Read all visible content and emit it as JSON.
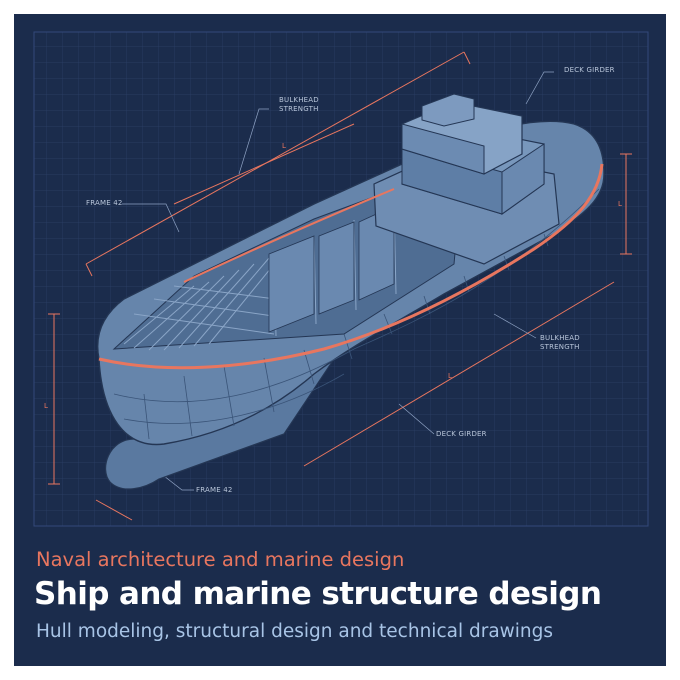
{
  "labels": {
    "deck_girder_top": "DECK GIRDER",
    "bulkhead_top": "BULKHEAD\nSTRENGTH",
    "frame_left": "FRAME 42",
    "bulkhead_right": "BULKHEAD\nSTRENGTH",
    "deck_girder_bottom": "DECK GIRDER",
    "frame_bottom": "FRAME 42",
    "dim_l": "L"
  },
  "caption": {
    "subtitle": "Naval architecture and marine design",
    "title": "Ship and marine structure design",
    "tagline": "Hull modeling, structural design and technical drawings"
  },
  "colors": {
    "background": "#1b2c4c",
    "hull": "#5f7fa6",
    "accent": "#e8765f",
    "text_light": "#b9c6da"
  }
}
